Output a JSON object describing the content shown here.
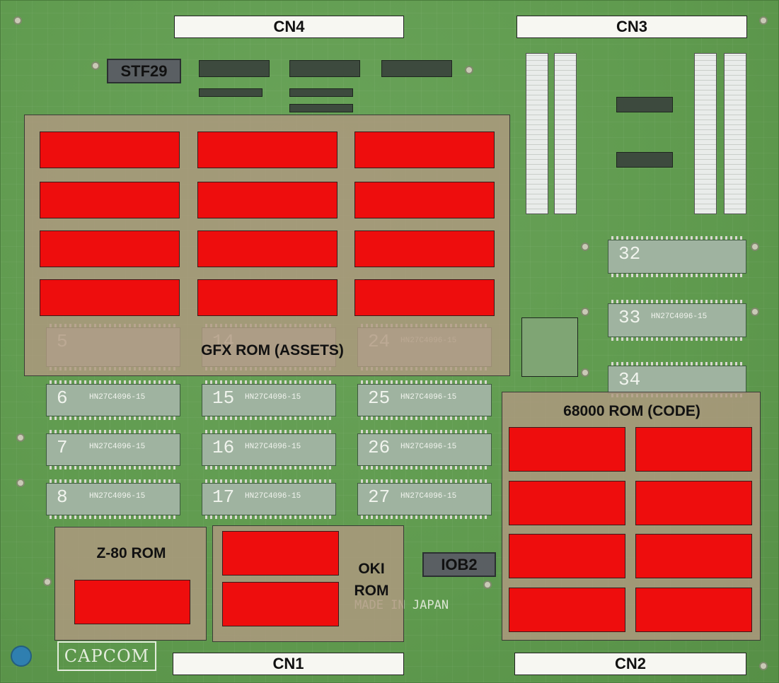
{
  "connectors": {
    "cn4": "CN4",
    "cn3": "CN3",
    "cn1": "CN1",
    "cn2": "CN2"
  },
  "labels": {
    "stf29": "STF29",
    "iob2": "IOB2"
  },
  "regions": {
    "gfx_rom": "GFX ROM (ASSETS)",
    "code_rom": "68000 ROM (CODE)",
    "z80_rom": "Z-80 ROM",
    "oki_rom_line1": "OKI",
    "oki_rom_line2": "ROM"
  },
  "board_print": {
    "logo": "CAPCOM",
    "made_in": "MADE IN JAPAN",
    "chip_numbers": {
      "c5": "5",
      "c6": "6",
      "c7": "7",
      "c8": "8",
      "c14": "14",
      "c15": "15",
      "c16": "16",
      "c17": "17",
      "c24": "24",
      "c25": "25",
      "c26": "26",
      "c27": "27",
      "c32": "32",
      "c33": "33",
      "c34": "34"
    },
    "part_codes": {
      "hn27c4096": "HN27C4096-15"
    }
  },
  "colors": {
    "board": "#5f9a4e",
    "region_fill": "#b09880",
    "chip_red": "#ee0d0d",
    "label_gray": "#5a5f63",
    "connector_white": "#f7f7f2"
  }
}
